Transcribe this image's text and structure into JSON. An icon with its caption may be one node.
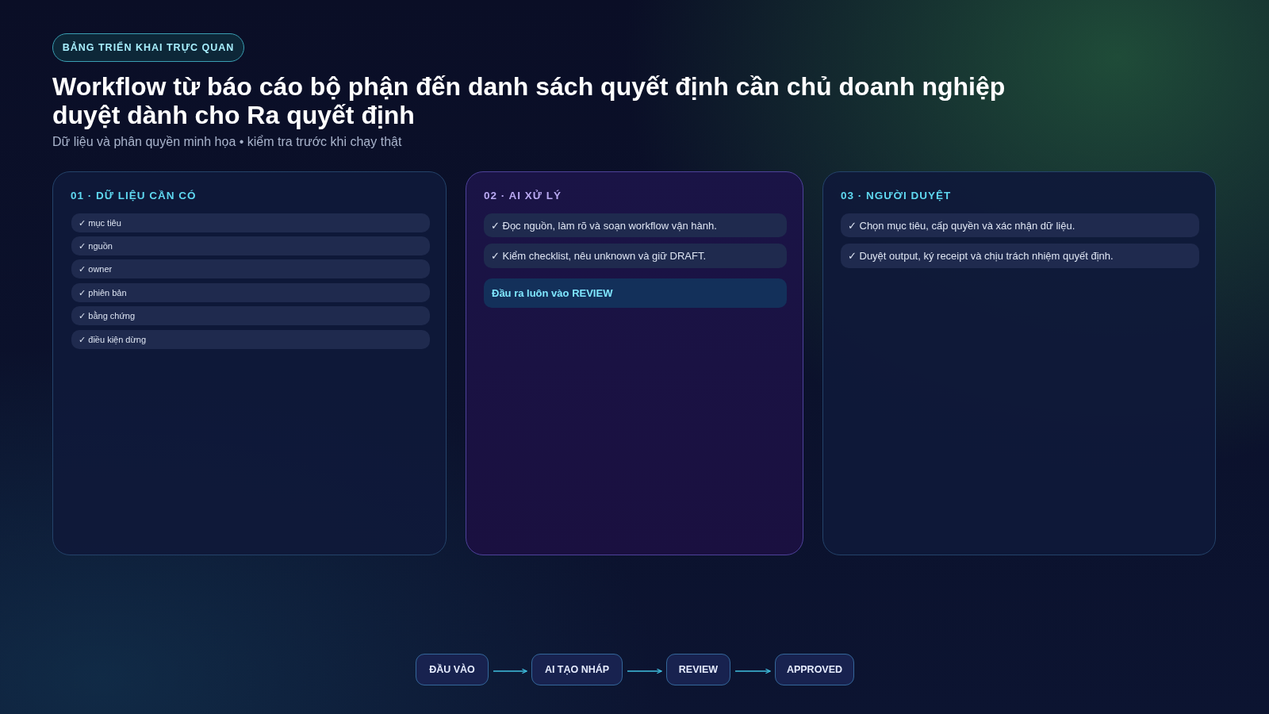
{
  "diagram": {
    "title": "Workflow từ báo cáo bộ phận đến danh sách quyết định cần chủ doanh nghiệp duyệt dành cho Ra quyết định",
    "nodes": [
      {
        "text": [
          "BẢNG TRIỂN KHAI TRỰC QUAN"
        ]
      },
      {
        "text": [
          "01 · DỮ LIỆU CẦN CÓ"
        ]
      },
      {
        "text": [
          "✓ mục tiêu"
        ],
        "in": 1
      },
      {
        "text": [
          "✓ nguồn"
        ],
        "in": 1
      },
      {
        "text": [
          "✓ owner"
        ],
        "in": 1
      },
      {
        "text": [
          "✓ phiên bản"
        ],
        "in": 1
      },
      {
        "text": [
          "✓ bằng chứng"
        ],
        "in": 1
      },
      {
        "text": [
          "✓ điều kiện dừng"
        ],
        "in": 1
      },
      {
        "text": [
          "02 · AI XỬ LÝ"
        ]
      },
      {
        "text": [
          "✓ Đọc nguồn, làm rõ và soạn workflow vận hành."
        ],
        "in": 8
      },
      {
        "text": [
          "✓ Kiểm checklist, nêu unknown và giữ DRAFT."
        ],
        "in": 8
      },
      {
        "text": [
          "Đầu ra luôn vào REVIEW"
        ],
        "in": 8
      },
      {
        "text": [
          "03 · NGƯỜI DUYỆT"
        ]
      },
      {
        "text": [
          "✓ Chọn mục tiêu, cấp quyền và xác nhận dữ liệu."
        ],
        "in": 12
      },
      {
        "text": [
          "✓ Duyệt output, ký receipt và chịu trách nhiệm quyết định."
        ],
        "in": 12
      },
      {
        "text": [
          "ĐẦU VÀO"
        ]
      },
      {
        "text": [
          "AI TẠO NHÁP"
        ]
      },
      {
        "text": [
          "REVIEW"
        ]
      },
      {
        "text": [
          "APPROVED"
        ]
      }
    ],
    "edges": [
      {
        "from": 15,
        "to": 16,
        "arrow": "to"
      },
      {
        "from": 16,
        "to": 17,
        "arrow": "to"
      },
      {
        "from": 17,
        "to": 18,
        "arrow": "to"
      }
    ],
    "labels": [
      "Dữ liệu và phân quyền minh họa • kiểm tra trước khi chạy thật"
    ]
  }
}
